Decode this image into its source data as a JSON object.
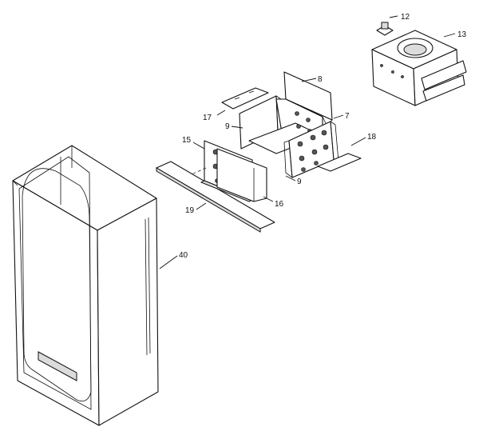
{
  "diagram": {
    "callouts": [
      {
        "id": "12",
        "label": "12"
      },
      {
        "id": "13",
        "label": "13"
      },
      {
        "id": "8",
        "label": "8"
      },
      {
        "id": "17",
        "label": "17"
      },
      {
        "id": "9a",
        "label": "9"
      },
      {
        "id": "7",
        "label": "7"
      },
      {
        "id": "18",
        "label": "18"
      },
      {
        "id": "15",
        "label": "15"
      },
      {
        "id": "9b",
        "label": "9"
      },
      {
        "id": "19",
        "label": "19"
      },
      {
        "id": "16",
        "label": "16"
      },
      {
        "id": "40",
        "label": "40"
      }
    ]
  }
}
